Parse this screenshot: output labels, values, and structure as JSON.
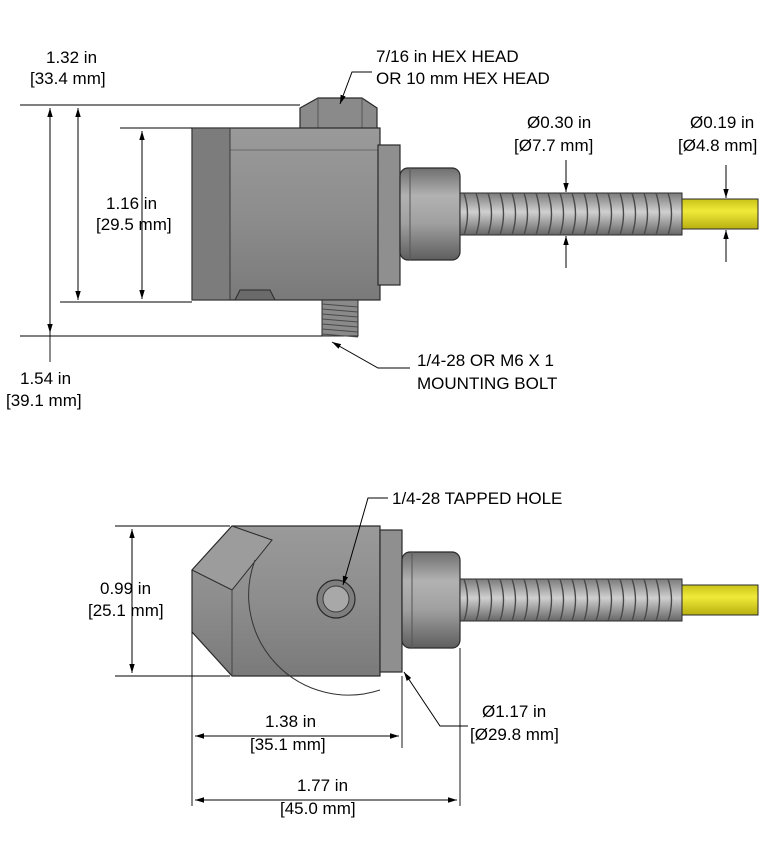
{
  "top_view": {
    "hex_head": {
      "line1": "7/16 in HEX HEAD",
      "line2": "OR 10 mm HEX HEAD"
    },
    "width_1": {
      "in": "1.32 in",
      "mm": "[33.4 mm]"
    },
    "height_body": {
      "in": "1.16 in",
      "mm": "[29.5 mm]"
    },
    "height_total": {
      "in": "1.54 in",
      "mm": "[39.1 mm]"
    },
    "spring_dia": {
      "in": "Ø0.30 in",
      "mm": "[Ø7.7 mm]"
    },
    "cable_dia": {
      "in": "Ø0.19 in",
      "mm": "[Ø4.8 mm]"
    },
    "mount_bolt": {
      "line1": "1/4-28 OR M6 X 1",
      "line2": "MOUNTING BOLT"
    }
  },
  "bottom_view": {
    "tapped_hole": "1/4-28 TAPPED HOLE",
    "height": {
      "in": "0.99 in",
      "mm": "[25.1 mm]"
    },
    "flange_dia": {
      "in": "Ø1.17 in",
      "mm": "[Ø29.8 mm]"
    },
    "length_1": {
      "in": "1.38 in",
      "mm": "[35.1 mm]"
    },
    "length_total": {
      "in": "1.77 in",
      "mm": "[45.0 mm]"
    }
  },
  "colors": {
    "body_gray": "#8e8e8e",
    "body_light": "#a6a6a6",
    "body_dark": "#6b6b6b",
    "cable_yellow": "#e8e01c",
    "outline": "#2a2a2a"
  }
}
